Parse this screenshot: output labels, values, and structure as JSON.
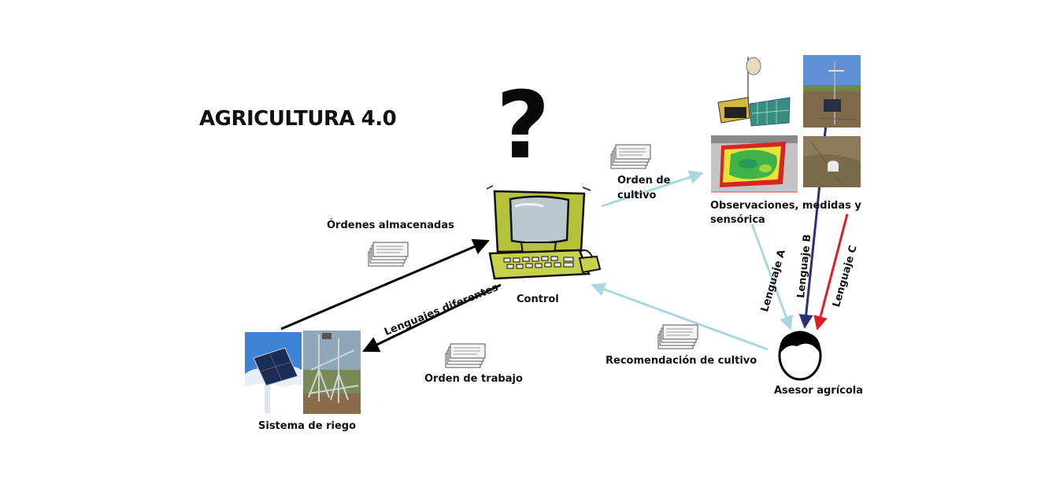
{
  "title": "AGRICULTURA 4.0",
  "question_mark": "?",
  "nodes": {
    "control": "Control",
    "observations_line1": "Observaciones, medidas y",
    "observations_line2": "sensórica",
    "advisor": "Asesor agrícola",
    "irrigation": "Sistema de riego"
  },
  "edges": {
    "stored_orders": "Órdenes almacenadas",
    "different_languages": "Lenguajes diferentes",
    "work_order": "Orden de trabajo",
    "crop_order_line1": "Orden de",
    "crop_order_line2": "cultivo",
    "crop_recommendation": "Recomendación de cultivo",
    "language_a": "Lenguaje A",
    "language_b": "Lenguaje B",
    "language_c": "Lenguaje C"
  },
  "colors": {
    "arrow_black": "#000000",
    "arrow_lightblue": "#a9d9df",
    "arrow_navy": "#28307e",
    "arrow_red": "#e11b22",
    "monitor_green": "#b5c23a"
  },
  "icons": [
    "document-stack-icon",
    "computer-icon",
    "person-head-icon",
    "solar-panel-photo",
    "irrigation-pivot-photo",
    "satellite-photo",
    "weather-station-photo",
    "ndvi-map-photo",
    "soil-sensor-photo"
  ]
}
